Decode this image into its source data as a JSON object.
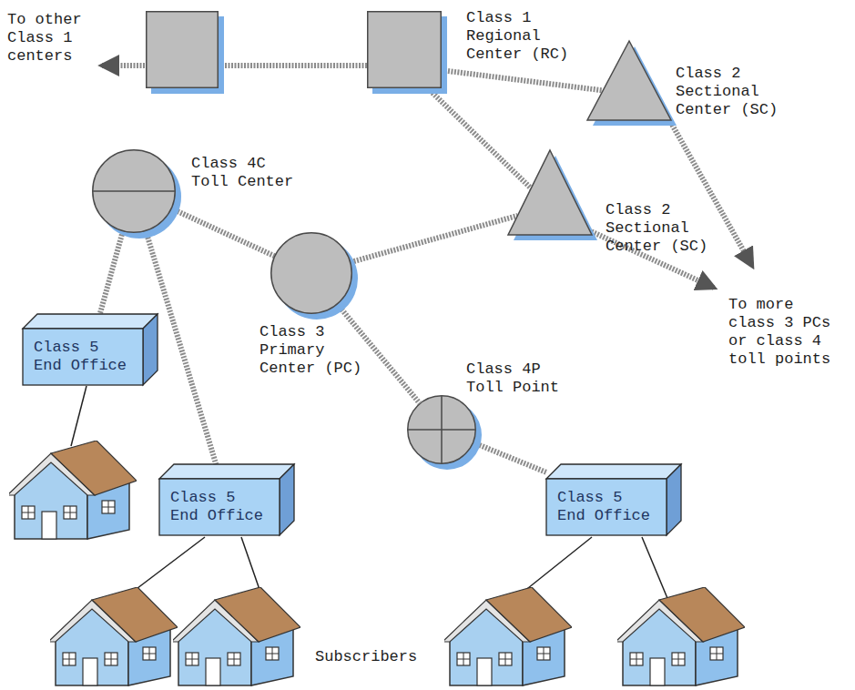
{
  "diagram": {
    "nodes": [
      {
        "text": []
      },
      {
        "text": [
          "Class 1 Regional Center (RC)"
        ]
      },
      {
        "text": [
          "Class 2 Sectional Center (SC)"
        ]
      },
      {
        "text": [
          "Class 4C Toll Center"
        ]
      },
      {
        "text": [
          "Class 2 Sectional Center (SC)"
        ]
      },
      {
        "text": [
          "Class 3 Primary Center (PC)"
        ]
      },
      {
        "text": [
          "Class 4P Toll Point"
        ]
      },
      {
        "text": [
          "Class 5 End Office"
        ]
      },
      {
        "text": [
          "Class 5 End Office"
        ]
      },
      {
        "text": [
          "Class 5 End Office"
        ]
      }
    ],
    "edges": [
      {
        "from": 0,
        "to": 1,
        "arrow": "none"
      },
      {
        "from": 1,
        "to": 2,
        "arrow": "none"
      },
      {
        "from": 1,
        "to": 4,
        "arrow": "none"
      },
      {
        "from": 3,
        "to": 5,
        "arrow": "none"
      },
      {
        "from": 5,
        "to": 4,
        "arrow": "none"
      },
      {
        "from": 5,
        "to": 6,
        "arrow": "none"
      },
      {
        "from": 3,
        "to": 7,
        "arrow": "none"
      },
      {
        "from": 3,
        "to": 8,
        "arrow": "none"
      },
      {
        "from": 6,
        "to": 9,
        "arrow": "none"
      }
    ],
    "labels": [
      "To other Class 1 centers",
      "To more class 3 PCs or class 4 toll points",
      "Subscribers"
    ]
  }
}
